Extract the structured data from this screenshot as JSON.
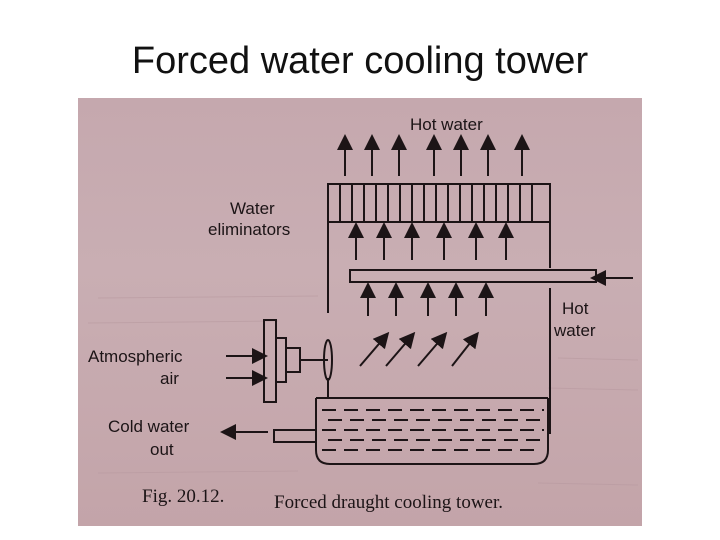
{
  "slide": {
    "title": "Forced water cooling tower"
  },
  "diagram": {
    "labels": {
      "hot_water_top": "Hot water",
      "water_eliminators_1": "Water",
      "water_eliminators_2": "eliminators",
      "hot_water_in_1": "Hot",
      "hot_water_in_2": "water",
      "atmospheric_air_1": "Atmospheric",
      "atmospheric_air_2": "air",
      "cold_water_out_1": "Cold water",
      "cold_water_out_2": "out"
    },
    "caption": {
      "figure_number": "Fig. 20.12.",
      "text": "Forced draught cooling tower."
    }
  }
}
